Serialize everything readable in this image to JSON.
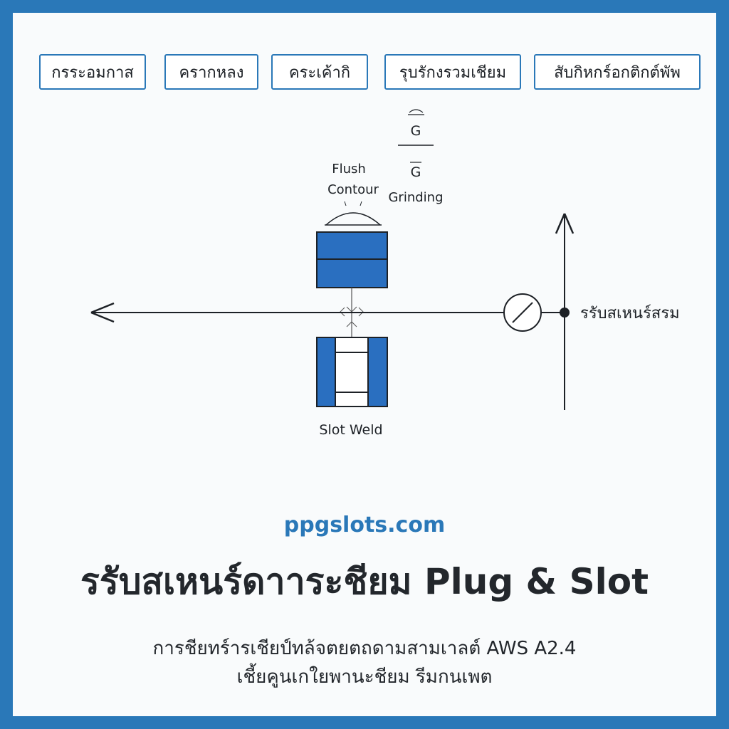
{
  "tabs": [
    {
      "label": "กรระอมกาส"
    },
    {
      "label": "ครากหลง"
    },
    {
      "label": "คระเค้ากิ"
    },
    {
      "label": "รุบรักงรวมเชียม"
    },
    {
      "label": "สับกิหกร์อกติกต์พัพ"
    }
  ],
  "diagram": {
    "finish_symbol_letter_top": "G",
    "finish_symbol_letter_bottom": "G",
    "finish_label": "Grinding",
    "contour_label_line1": "Flush",
    "contour_label_line2": "Contour",
    "slot_label": "Slot Weld",
    "reference_label": "รรับสเหนร์สรม"
  },
  "footer": {
    "website": "ppgslots.com",
    "title": "รรับสเหนร์ดาาระชียม Plug & Slot",
    "subtitle_line1": "การชียทร์ารเชียป์ทล้จตยตถดามสามเาลต์ AWS A2.4",
    "subtitle_line2": "เชี้ยคูนเกใยพานะชียม รีมกนเพต"
  },
  "colors": {
    "border": "#2a78b8",
    "fill": "#2a6fc0",
    "line": "#1d2126"
  }
}
